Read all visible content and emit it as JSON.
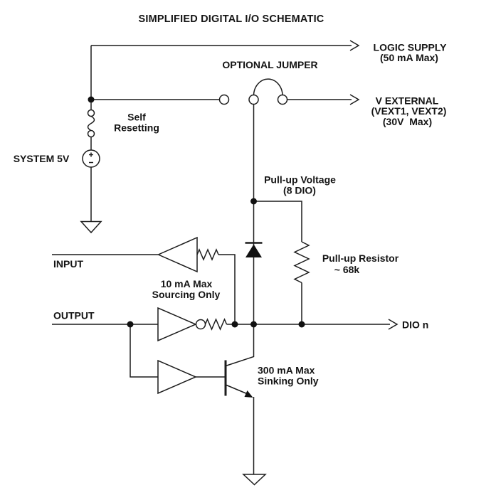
{
  "title": "SIMPLIFIED DIGITAL I/O SCHEMATIC",
  "colors": {
    "ink": "#1c1c1c",
    "background": "#ffffff"
  },
  "terminals": {
    "logic_supply": {
      "label": "LOGIC SUPPLY",
      "limit": "(50 mA Max)"
    },
    "v_external": {
      "label": "V EXTERNAL",
      "names": "(VEXT1, VEXT2)",
      "limit": "(30V  Max)"
    },
    "system_5v": {
      "label": "SYSTEM 5V"
    },
    "input": {
      "label": "INPUT"
    },
    "output": {
      "label": "OUTPUT"
    },
    "dio": {
      "label": "DIO n"
    }
  },
  "annotations": {
    "optional_jumper": "OPTIONAL JUMPER",
    "self_resetting_line1": "Self",
    "self_resetting_line2": "Resetting",
    "pullup_voltage_line1": "Pull-up Voltage",
    "pullup_voltage_line2": "(8 DIO)",
    "sourcing_line1": "10 mA Max",
    "sourcing_line2": "Sourcing Only",
    "pullup_resistor_line1": "Pull-up Resistor",
    "pullup_resistor_line2": "~ 68k",
    "sinking_line1": "300 mA Max",
    "sinking_line2": "Sinking Only"
  }
}
